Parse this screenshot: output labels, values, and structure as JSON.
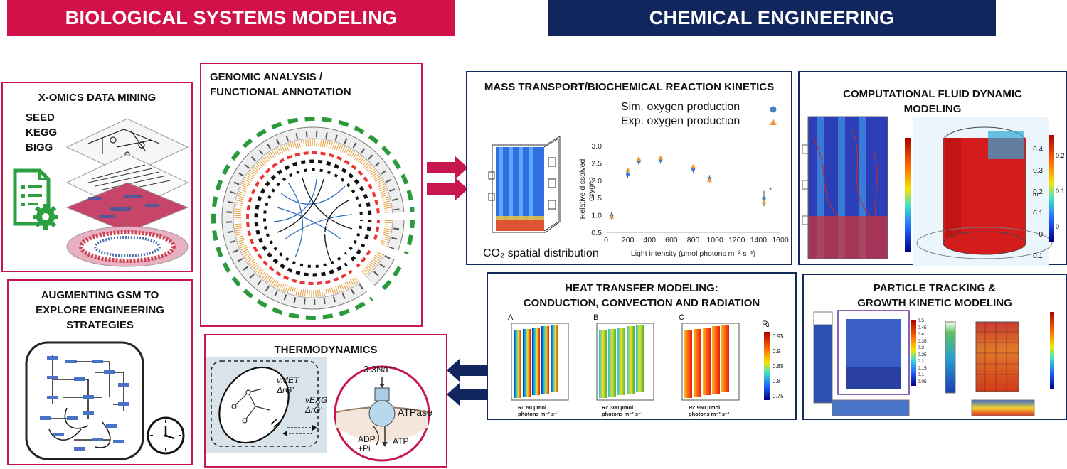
{
  "banners": {
    "bio": "BIOLOGICAL SYSTEMS MODELING",
    "chem": "CHEMICAL ENGINEERING",
    "bio_color": "#d0114a",
    "chem_color": "#10265c"
  },
  "panels": {
    "xomics": {
      "title": "X-OMICS DATA MINING",
      "databases": [
        "SEED",
        "KEGG",
        "BIGG"
      ]
    },
    "genomic": {
      "title": "GENOMIC ANALYSIS /\n        FUNCTIONAL ANNOTATION"
    },
    "gsm": {
      "title": "AUGMENTING GSM TO\nEXPLORE ENGINEERING\nSTRATEGIES"
    },
    "thermo": {
      "title": "THERMODYNAMICS",
      "v_met": "vMET",
      "dg_met": "ΔrG'",
      "v_exg": "vEXG",
      "dg_exg": "ΔrG'",
      "na": "3.3Na⁺",
      "atpase": "ATPase",
      "adp": "ADP\n+Pi",
      "atp": "ATP"
    },
    "mass": {
      "title": "MASS TRANSPORT/BIOCHEMICAL REACTION KINETICS",
      "co2_caption": "CO₂ spatial distribution",
      "legend_sim": "Sim. oxygen production",
      "legend_exp": "Exp. oxygen production"
    },
    "cfd": {
      "title": "COMPUTATIONAL FLUID DYNAMIC\nMODELING",
      "scale_ticks": [
        "0.4",
        "0.3",
        "0.2",
        "0.1",
        "0",
        "0.1"
      ],
      "unit": "m",
      "cbar_ticks": [
        "0.2",
        "0.1",
        "0"
      ]
    },
    "heat": {
      "title": "HEAT TRANSFER MODELING:\nCONDUCTION, CONVECTION AND RADIATION",
      "panels": [
        {
          "letter": "A",
          "caption": "Rₗ: 50 μmol\nphotons m⁻² s⁻¹"
        },
        {
          "letter": "B",
          "caption": "Rₗ: 300 μmol\nphotons m⁻² s⁻¹"
        },
        {
          "letter": "C",
          "caption": "Rₗ: 950 μmol\nphotons m⁻² s⁻¹"
        }
      ],
      "cbar_label": "Rₗ",
      "cbar_ticks": [
        "0.95",
        "0.9",
        "0.85",
        "0.8",
        "0.75"
      ]
    },
    "particle": {
      "title": "PARTICLE TRACKING &\nGROWTH KINETIC MODELING",
      "cbar_ticks": [
        "0.5",
        "0.45",
        "0.4",
        "0.35",
        "0.3",
        "0.25",
        "0.2",
        "0.15",
        "0.1",
        "0.05"
      ]
    }
  },
  "chart_data": {
    "type": "scatter",
    "title": "",
    "xlabel": "Light intensity  (μmol photons  m⁻² s⁻¹)",
    "ylabel": "Relative dissolved oxygen",
    "xlim": [
      0,
      1600
    ],
    "ylim": [
      0.5,
      3.0
    ],
    "xticks": [
      0,
      200,
      400,
      600,
      800,
      1000,
      1200,
      1400,
      1600
    ],
    "yticks": [
      0.5,
      1.0,
      1.5,
      2.0,
      2.5,
      3.0
    ],
    "series": [
      {
        "name": "Sim. oxygen production",
        "color": "#4a7fc6",
        "marker": "circle",
        "x": [
          50,
          200,
          300,
          500,
          800,
          950,
          1450
        ],
        "y": [
          0.98,
          2.18,
          2.55,
          2.58,
          2.33,
          2.05,
          1.48
        ]
      },
      {
        "name": "Exp. oxygen production",
        "color": "#f29a3a",
        "marker": "triangle",
        "x": [
          50,
          200,
          300,
          500,
          800,
          950,
          1450
        ],
        "y": [
          0.95,
          2.3,
          2.62,
          2.65,
          2.4,
          2.0,
          1.38
        ]
      }
    ],
    "annotation": "*"
  }
}
